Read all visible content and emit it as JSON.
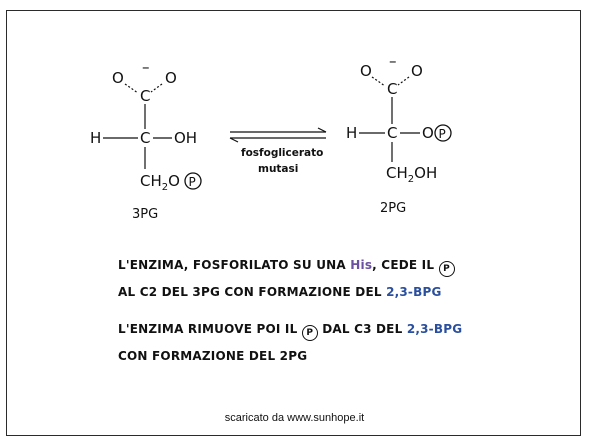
{
  "left_molecule": {
    "o_left": "O",
    "o_right": "O",
    "charge": "–",
    "carbon1": "C",
    "h": "H",
    "carbon2": "C",
    "oh": "OH",
    "ch2_c": "CH",
    "ch2_sub": "2",
    "ch2_o": "O",
    "phosphate": "P",
    "label": "3PG"
  },
  "right_molecule": {
    "o_left": "O",
    "o_right": "O",
    "charge": "–",
    "carbon1": "C",
    "h": "H",
    "carbon2": "C",
    "o": "O",
    "phosphate": "P",
    "ch2_c": "CH",
    "ch2_sub": "2",
    "ch2_oh": "OH",
    "label": "2PG"
  },
  "enzyme": {
    "line1": "fosfoglicerato",
    "line2": "mutasi"
  },
  "statement1": {
    "a": "L'ENZIMA, FOSFORILATO SU UNA",
    "his": "His",
    "b": ", CEDE IL",
    "p": "P",
    "c": "AL C2  DEL 3PG CON FORMAZIONE DEL",
    "num": "2,3-BPG"
  },
  "statement2": {
    "a": "L'ENZIMA RIMUOVE POI IL",
    "p": "P",
    "b": "DAL C3  DEL",
    "num": "2,3-BPG",
    "c": "CON FORMAZIONE DEL 2PG"
  },
  "footer": "scaricato da www.sunhope.it"
}
